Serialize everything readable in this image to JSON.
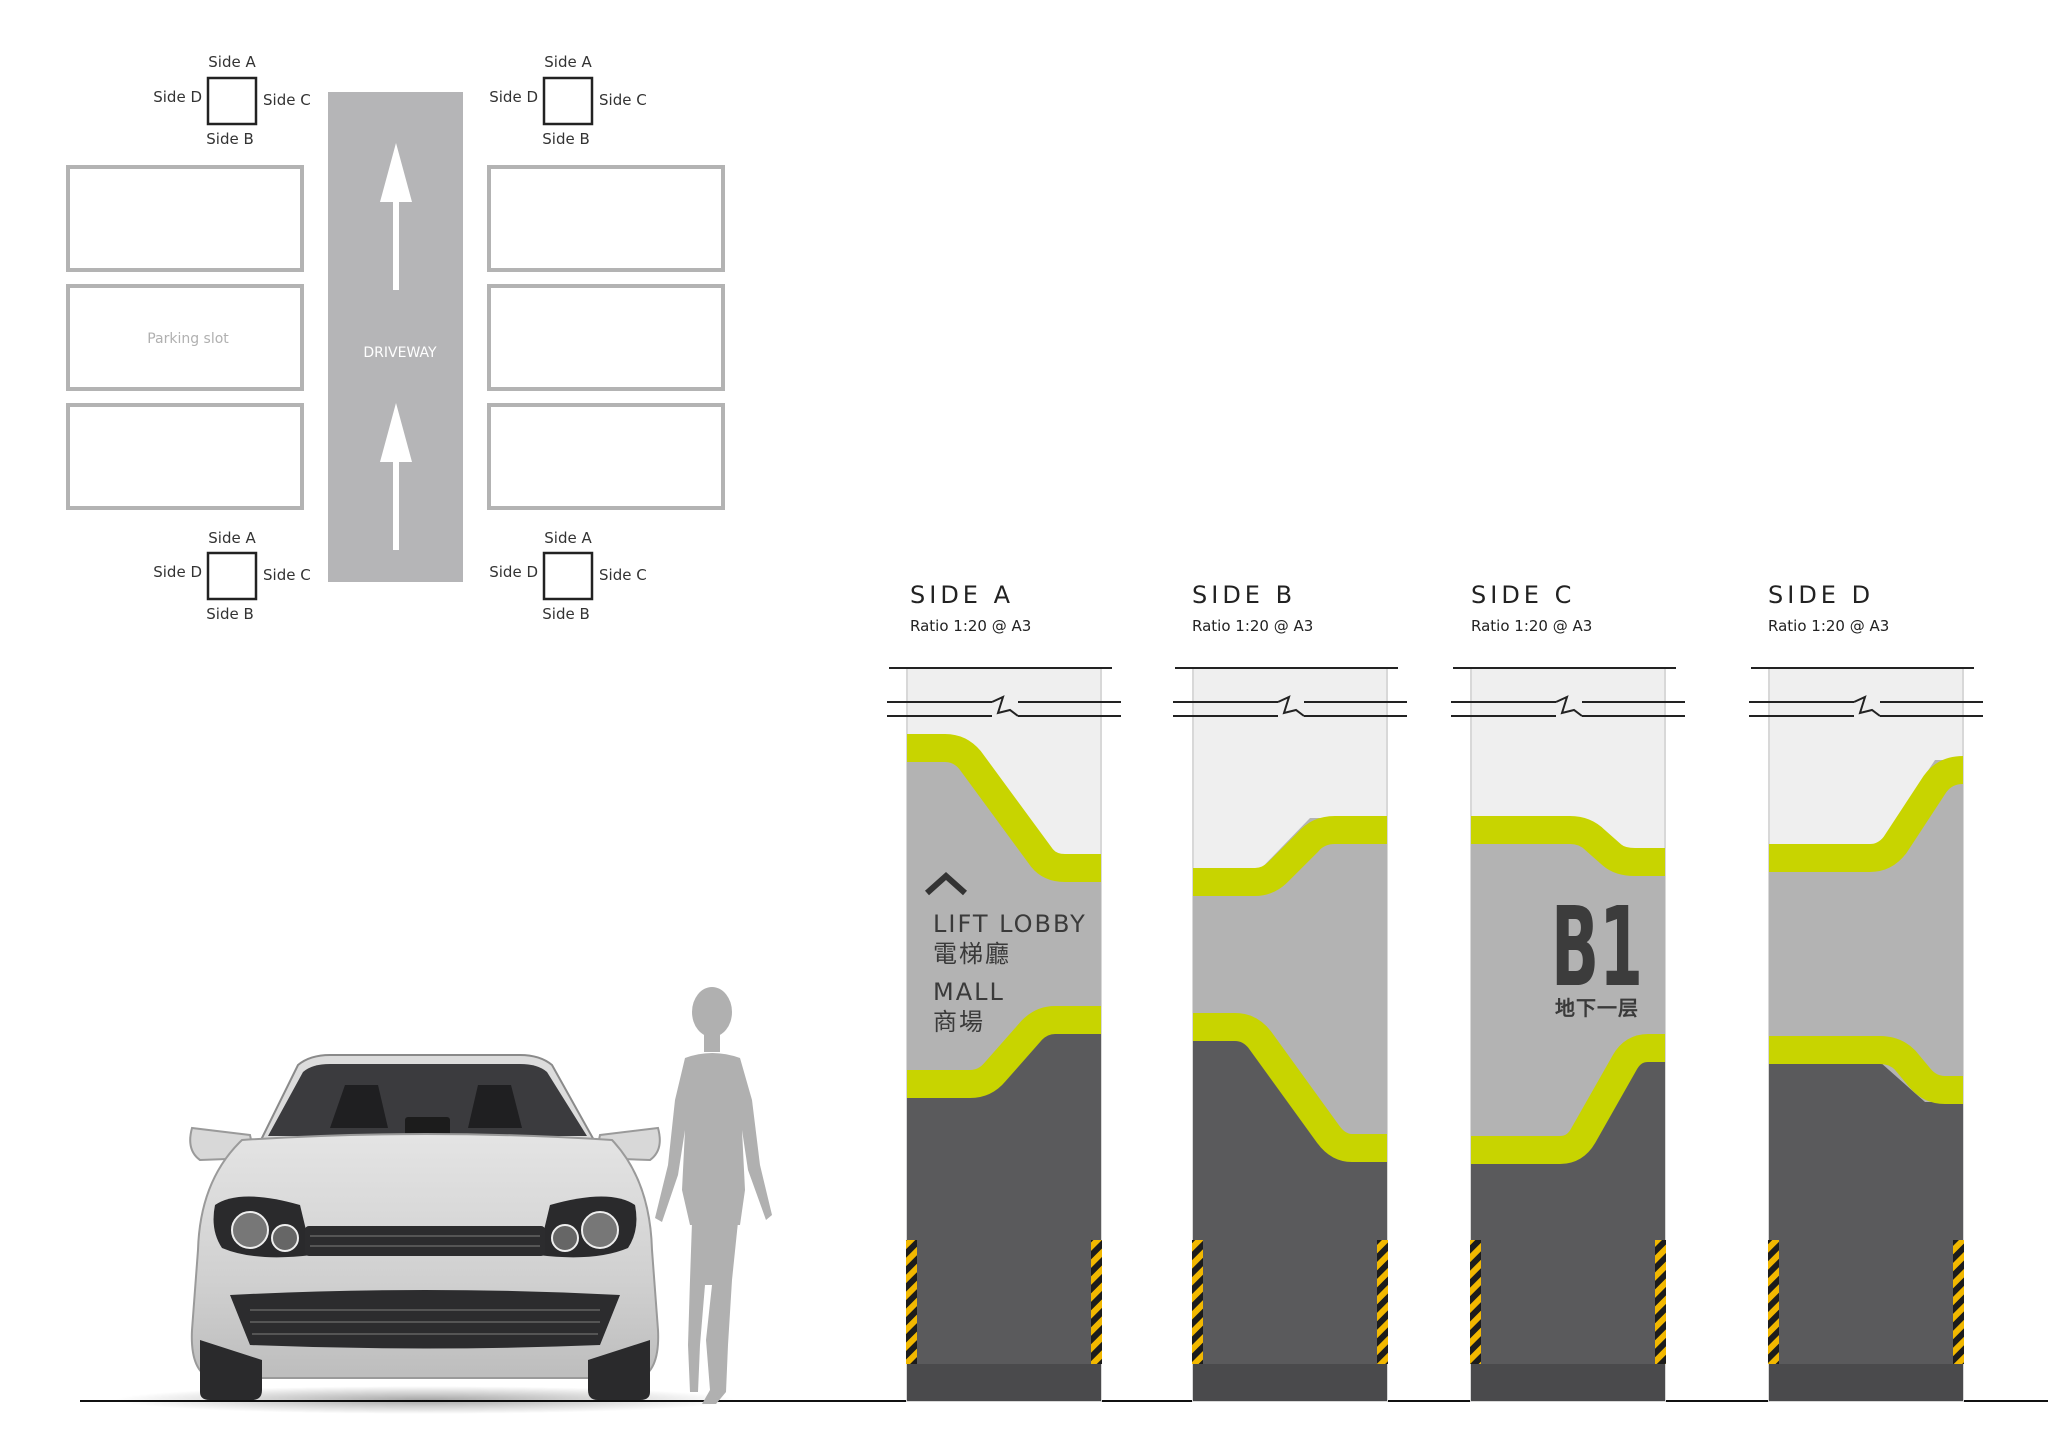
{
  "plan": {
    "driveway_label": "DRIVEWAY",
    "parking_slot_label": "Parking slot",
    "pillars": [
      {
        "a": "Side A",
        "b": "Side B",
        "c": "Side C",
        "d": "Side D"
      },
      {
        "a": "Side A",
        "b": "Side B",
        "c": "Side C",
        "d": "Side D"
      },
      {
        "a": "Side A",
        "b": "Side B",
        "c": "Side C",
        "d": "Side D"
      },
      {
        "a": "Side A",
        "b": "Side B",
        "c": "Side C",
        "d": "Side D"
      }
    ]
  },
  "elevations": [
    {
      "title": "SIDE  A",
      "ratio": "Ratio 1:20 @ A3"
    },
    {
      "title": "SIDE  B",
      "ratio": "Ratio 1:20 @ A3"
    },
    {
      "title": "SIDE  C",
      "ratio": "Ratio 1:20 @ A3"
    },
    {
      "title": "SIDE  D",
      "ratio": "Ratio 1:20 @ A3"
    }
  ],
  "signage": {
    "lift_lobby_en": "LIFT LOBBY",
    "lift_lobby_zh": "電梯廳",
    "mall_en": "MALL",
    "mall_zh": "商場",
    "level": "B1",
    "level_zh": "地下一层"
  },
  "colors": {
    "accent": "#c8d400",
    "pillar_light": "#efefef",
    "pillar_mid": "#b3b3b3",
    "pillar_dark": "#5a5a5c",
    "driveway": "#b5b5b7",
    "hazard_yellow": "#f2b800"
  }
}
